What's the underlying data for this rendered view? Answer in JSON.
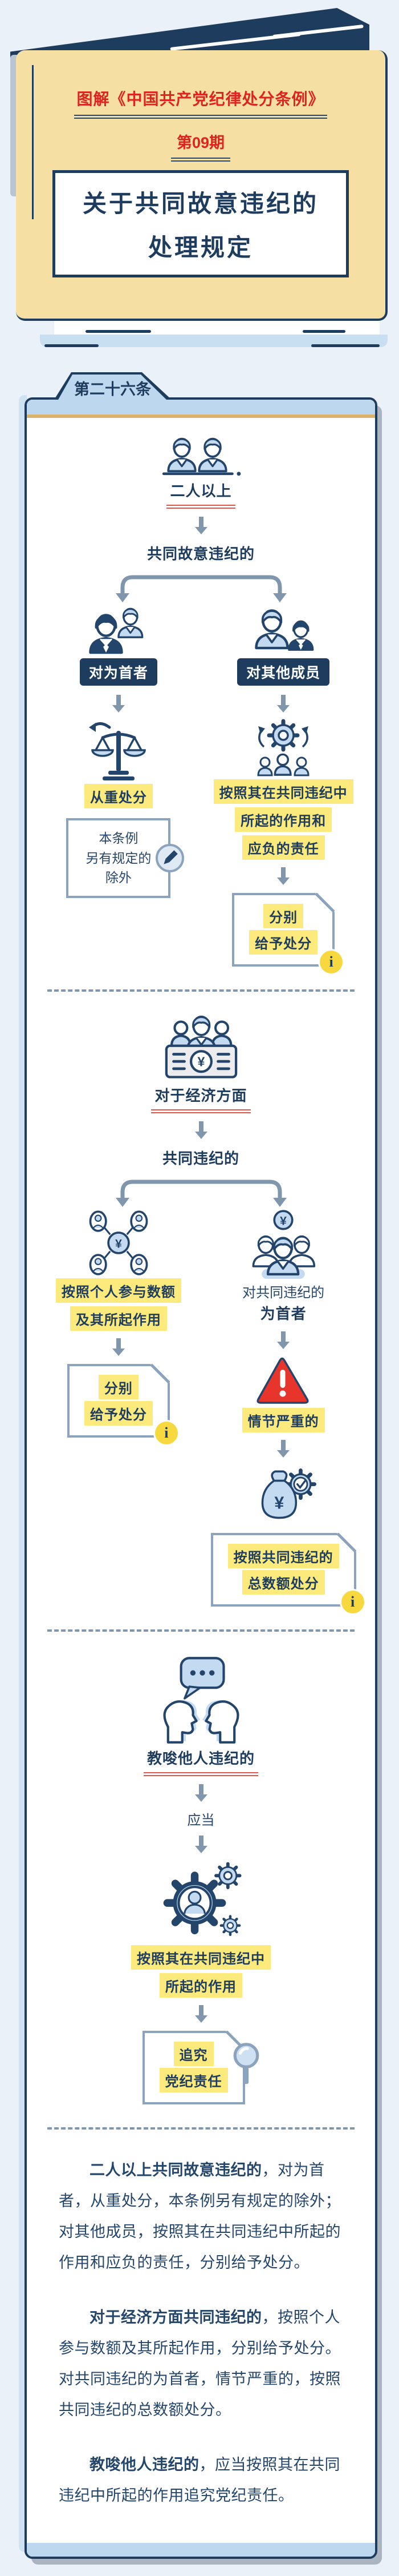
{
  "header": {
    "series_title": "图解《中国共产党纪律处分条例》",
    "issue": "第09期",
    "title_line1": "关于共同故意违纪的",
    "title_line2": "处理规定"
  },
  "article": {
    "tab_label": "第二十六条"
  },
  "flow": {
    "s1": {
      "subject": "二人以上",
      "condition": "共同故意违纪的",
      "left": {
        "label": "对为首者",
        "result": "从重处分",
        "note": [
          "本条例",
          "另有规定的",
          "除外"
        ]
      },
      "right": {
        "label": "对其他成员",
        "basis": [
          "按照其在共同违纪中",
          "所起的作用和",
          "应负的责任"
        ],
        "result": [
          "分别",
          "给予处分"
        ]
      }
    },
    "s2": {
      "subject": "对于经济方面",
      "condition": "共同违纪的",
      "left": {
        "basis": [
          "按照个人参与数额",
          "及其所起作用"
        ],
        "result": [
          "分别",
          "给予处分"
        ]
      },
      "right": {
        "target": "对共同违纪的",
        "target_role": "为首者",
        "severity": "情节严重的",
        "result": [
          "按照共同违纪的",
          "总数额处分"
        ]
      }
    },
    "s3": {
      "subject": "教唆他人违纪的",
      "modal": "应当",
      "basis": [
        "按照其在共同违纪中",
        "所起的作用"
      ],
      "result": [
        "追究",
        "党纪责任"
      ]
    }
  },
  "summary": [
    {
      "lead": "二人以上共同故意违纪的",
      "text": "，对为首者，从重处分，本条例另有规定的除外；对其他成员，按照其在共同违纪中所起的作用和应负的责任，分别给予处分。"
    },
    {
      "lead": "对于经济方面共同违纪的",
      "text": "，按照个人参与数额及其所起作用，分别给予处分。对共同违纪的为首者，情节严重的，按照共同违纪的总数额处分。"
    },
    {
      "lead": "教唆他人违纪的",
      "text": "，应当按照其在共同违纪中所起的作用追究党纪责任。"
    }
  ],
  "icons": {
    "yen": "¥",
    "info": "i",
    "names": [
      "two-persons-icon",
      "leader-icon",
      "other-members-icon",
      "justice-scale-icon",
      "gear-people-icon",
      "pencil-icon",
      "info-icon",
      "money-banner-icon",
      "network-money-icon",
      "leader-money-icon",
      "warning-triangle-icon",
      "money-bag-check-icon",
      "speech-heads-icon",
      "gears-person-icon",
      "magnifier-icon",
      "down-arrow-icon",
      "branch-connector"
    ]
  },
  "colors": {
    "background": "#eaf1f9",
    "navy": "#1e3c5e",
    "red": "#df231d",
    "red_underline": "#e0574e",
    "yellow_page": "#f6dfa2",
    "tan_line": "#ddb26a",
    "highlight_yellow": "#fcea7d",
    "band_blue": "#bdd8ee",
    "icon_blue": "#c3daf1",
    "arrow_gray": "#8096ad",
    "doc_border": "#8ba3bd",
    "warning_red": "#e8352b",
    "info_yellow": "#f7d93f",
    "shadow_gray": "#aab5c1"
  }
}
